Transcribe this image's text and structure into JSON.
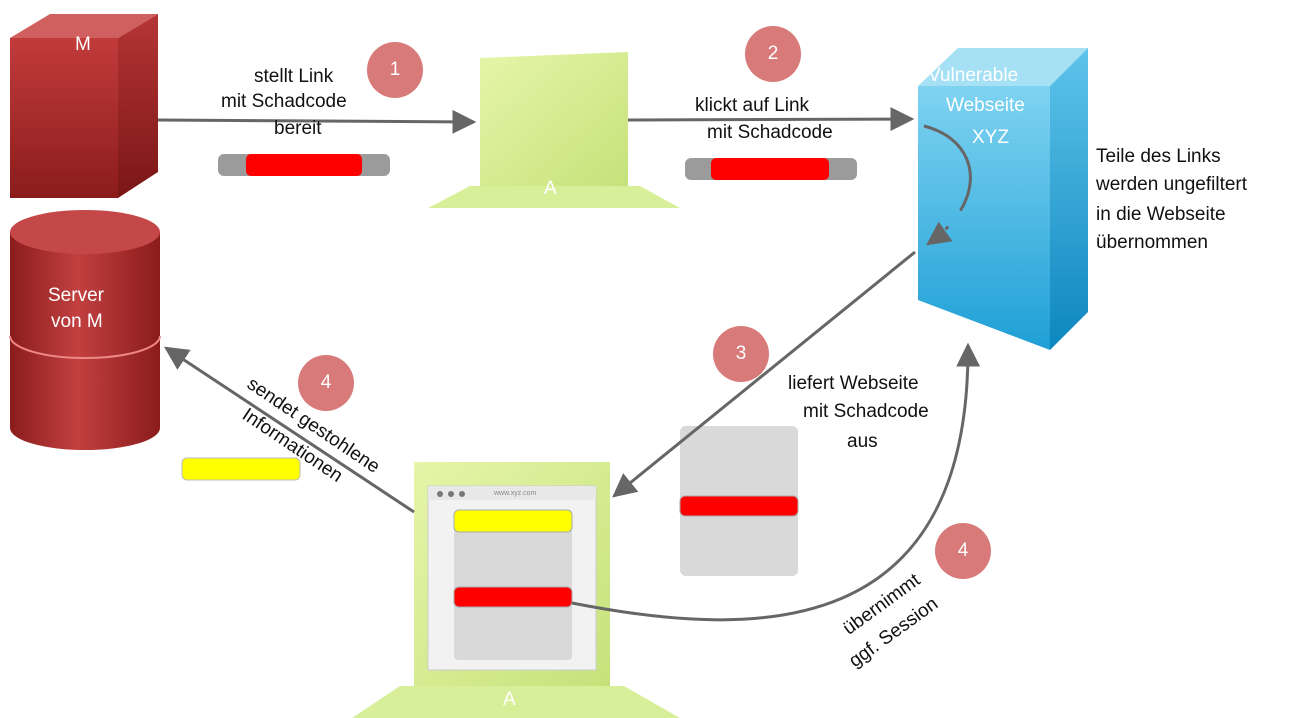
{
  "nodes": {
    "attacker_letter": "M",
    "server_label_line1": "Server",
    "server_label_line2": "von M",
    "laptop_top_label": "A",
    "laptop_bottom_label": "A",
    "website_line1": "Vulnerable",
    "website_line2": "Webseite",
    "website_line3": "XYZ",
    "browser_url": "www.xyz.com"
  },
  "steps": [
    {
      "number": "1",
      "lines": [
        "stellt Link",
        "mit Schadcode",
        "bereit"
      ]
    },
    {
      "number": "2",
      "lines": [
        "klickt auf Link",
        "mit Schadcode"
      ]
    },
    {
      "number": "3",
      "lines": [
        "liefert Webseite",
        "mit Schadcode",
        "aus"
      ]
    },
    {
      "number": "4",
      "lines": [
        "sendet gestohlene",
        "Informationen"
      ]
    },
    {
      "number": "4",
      "lines": [
        "übernimmt",
        "ggf. Session"
      ]
    }
  ],
  "annotation": {
    "lines": [
      "Teile des Links",
      "werden ungefiltert",
      "in die Webseite",
      "übernommen"
    ]
  },
  "colors": {
    "attacker_red": "#a52a2a",
    "laptop_green": "#d4ec8c",
    "website_blue": "#29a9dc",
    "badge": "#d97a7a",
    "payload_red": "#ff0000",
    "stolen_yellow": "#ffff00"
  }
}
